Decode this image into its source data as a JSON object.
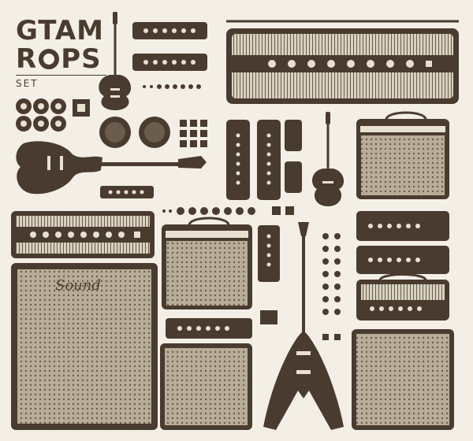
{
  "title": {
    "line1": "GTAM",
    "line2_left": "R",
    "line2_right": "PS",
    "subtitle": "SET"
  },
  "cabinet_script": "Sound",
  "colors": {
    "background": "#f3efe6",
    "panel": "#d8d1c0",
    "ink": "#4a3b30",
    "grill": "#b8ad98",
    "knob_ring": "#e8e1d1"
  },
  "icons": [
    "electric-guitar-icon",
    "flying-v-guitar-icon",
    "amp-head-icon",
    "speaker-cabinet-icon",
    "knob-icon",
    "pickup-icon",
    "switch-icon"
  ]
}
